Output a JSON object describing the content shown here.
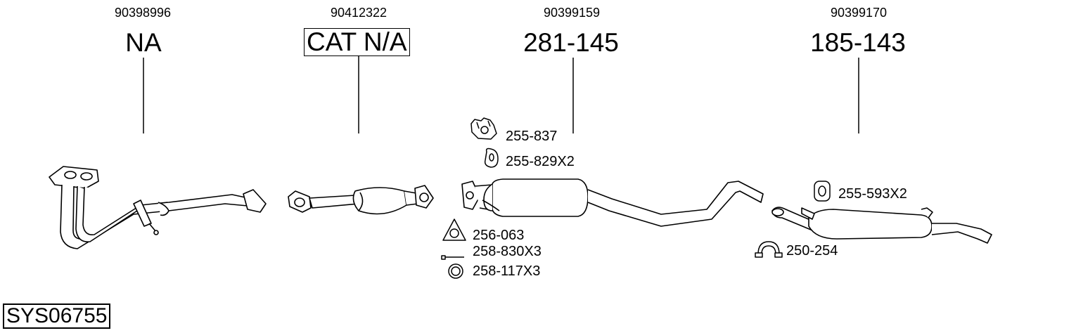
{
  "parts": [
    {
      "oem": "90398996",
      "label": "NA",
      "boxed": false
    },
    {
      "oem": "90412322",
      "label": "CAT N/A",
      "boxed": true
    },
    {
      "oem": "90399159",
      "label": "281-145",
      "boxed": false
    },
    {
      "oem": "90399170",
      "label": "185-143",
      "boxed": false
    }
  ],
  "accessories": [
    {
      "code": "255-837",
      "icon": "rubber-hanger-icon"
    },
    {
      "code": "255-829X2",
      "icon": "rubber-ring-mount-icon"
    },
    {
      "code": "256-063",
      "icon": "flange-gasket-icon"
    },
    {
      "code": "258-830X3",
      "icon": "bolt-icon"
    },
    {
      "code": "258-117X3",
      "icon": "spring-washer-icon"
    },
    {
      "code": "255-593X2",
      "icon": "rubber-mount-icon"
    },
    {
      "code": "250-254",
      "icon": "pipe-clamp-icon"
    }
  ],
  "system_code": "SYS06755"
}
